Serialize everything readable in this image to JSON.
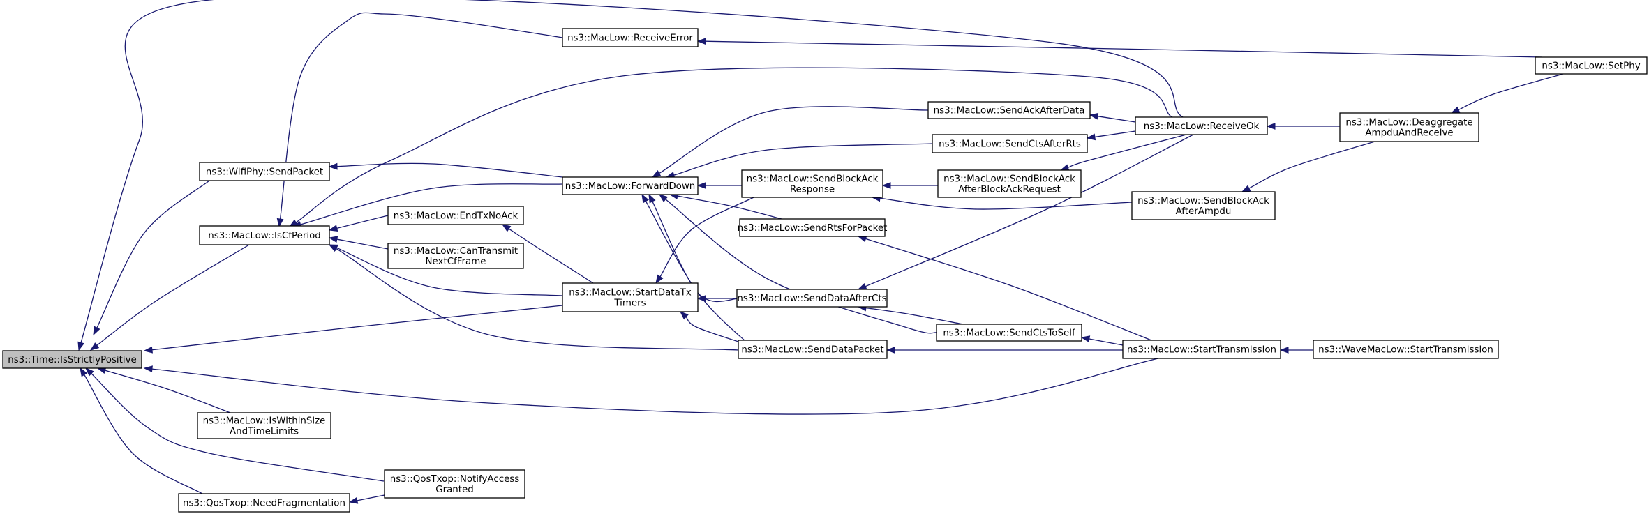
{
  "graph": {
    "edge_color": "#191970",
    "root_fill": "#bfbfbf",
    "nodes": [
      {
        "id": "root",
        "lines": [
          "ns3::Time::IsStrictlyPositive"
        ]
      },
      {
        "id": "sendpacket",
        "lines": [
          "ns3::WifiPhy::SendPacket"
        ]
      },
      {
        "id": "iscf",
        "lines": [
          "ns3::MacLow::IsCfPeriod"
        ]
      },
      {
        "id": "iswithin",
        "lines": [
          "ns3::MacLow::IsWithinSize",
          "AndTimeLimits"
        ]
      },
      {
        "id": "needfrag",
        "lines": [
          "ns3::QosTxop::NeedFragmentation"
        ]
      },
      {
        "id": "recverr",
        "lines": [
          "ns3::MacLow::ReceiveError"
        ]
      },
      {
        "id": "fwd",
        "lines": [
          "ns3::MacLow::ForwardDown"
        ]
      },
      {
        "id": "endtx",
        "lines": [
          "ns3::MacLow::EndTxNoAck"
        ]
      },
      {
        "id": "cantx",
        "lines": [
          "ns3::MacLow::CanTransmit",
          "NextCfFrame"
        ]
      },
      {
        "id": "startdata",
        "lines": [
          "ns3::MacLow::StartDataTx",
          "Timers"
        ]
      },
      {
        "id": "notify",
        "lines": [
          "ns3::QosTxop::NotifyAccess",
          "Granted"
        ]
      },
      {
        "id": "sackafter",
        "lines": [
          "ns3::MacLow::SendAckAfterData"
        ]
      },
      {
        "id": "sctsrts",
        "lines": [
          "ns3::MacLow::SendCtsAfterRts"
        ]
      },
      {
        "id": "sbaresp",
        "lines": [
          "ns3::MacLow::SendBlockAck",
          "Response"
        ]
      },
      {
        "id": "srts",
        "lines": [
          "ns3::MacLow::SendRtsForPacket"
        ]
      },
      {
        "id": "sdatacts",
        "lines": [
          "ns3::MacLow::SendDataAfterCts"
        ]
      },
      {
        "id": "sdatapkt",
        "lines": [
          "ns3::MacLow::SendDataPacket"
        ]
      },
      {
        "id": "sbaafterreq",
        "lines": [
          "ns3::MacLow::SendBlockAck",
          "AfterBlockAckRequest"
        ]
      },
      {
        "id": "sctsself",
        "lines": [
          "ns3::MacLow::SendCtsToSelf"
        ]
      },
      {
        "id": "recvok",
        "lines": [
          "ns3::MacLow::ReceiveOk"
        ]
      },
      {
        "id": "sbaampdu",
        "lines": [
          "ns3::MacLow::SendBlockAck",
          "AfterAmpdu"
        ]
      },
      {
        "id": "starttx",
        "lines": [
          "ns3::MacLow::StartTransmission"
        ]
      },
      {
        "id": "deagg",
        "lines": [
          "ns3::MacLow::Deaggregate",
          "AmpduAndReceive"
        ]
      },
      {
        "id": "wavestart",
        "lines": [
          "ns3::WaveMacLow::StartTransmission"
        ]
      },
      {
        "id": "setphy",
        "lines": [
          "ns3::MacLow::SetPhy"
        ]
      }
    ],
    "edges": [
      {
        "from": "sendpacket",
        "to": "root"
      },
      {
        "from": "iscf",
        "to": "root"
      },
      {
        "from": "iswithin",
        "to": "root"
      },
      {
        "from": "needfrag",
        "to": "root"
      },
      {
        "from": "notify",
        "to": "root"
      },
      {
        "from": "startdata",
        "to": "root"
      },
      {
        "from": "starttx",
        "to": "root"
      },
      {
        "from": "recvok",
        "to": "root"
      },
      {
        "from": "recverr",
        "to": "iscf"
      },
      {
        "from": "recvok",
        "to": "iscf"
      },
      {
        "from": "fwd",
        "to": "iscf"
      },
      {
        "from": "endtx",
        "to": "iscf"
      },
      {
        "from": "cantx",
        "to": "iscf"
      },
      {
        "from": "startdata",
        "to": "iscf"
      },
      {
        "from": "sdatapkt",
        "to": "iscf"
      },
      {
        "from": "fwd",
        "to": "sendpacket"
      },
      {
        "from": "notify",
        "to": "needfrag"
      },
      {
        "from": "sackafter",
        "to": "fwd"
      },
      {
        "from": "sctsrts",
        "to": "fwd"
      },
      {
        "from": "sbaresp",
        "to": "fwd"
      },
      {
        "from": "srts",
        "to": "fwd"
      },
      {
        "from": "sdatacts",
        "to": "fwd"
      },
      {
        "from": "sdatapkt",
        "to": "fwd"
      },
      {
        "from": "sctsself",
        "to": "fwd"
      },
      {
        "from": "startdata",
        "to": "endtx"
      },
      {
        "from": "sbaresp",
        "to": "startdata"
      },
      {
        "from": "sdatacts",
        "to": "startdata"
      },
      {
        "from": "sdatapkt",
        "to": "startdata"
      },
      {
        "from": "sbaafterreq",
        "to": "sbaresp"
      },
      {
        "from": "sbaampdu",
        "to": "sbaresp"
      },
      {
        "from": "starttx",
        "to": "srts"
      },
      {
        "from": "sctsself",
        "to": "sdatacts"
      },
      {
        "from": "recvok",
        "to": "sdatacts"
      },
      {
        "from": "starttx",
        "to": "sdatapkt"
      },
      {
        "from": "recvok",
        "to": "sackafter"
      },
      {
        "from": "recvok",
        "to": "sctsrts"
      },
      {
        "from": "recvok",
        "to": "sbaafterreq"
      },
      {
        "from": "starttx",
        "to": "sctsself"
      },
      {
        "from": "deagg",
        "to": "recvok"
      },
      {
        "from": "deagg",
        "to": "sbaampdu"
      },
      {
        "from": "wavestart",
        "to": "starttx"
      },
      {
        "from": "setphy",
        "to": "recverr"
      },
      {
        "from": "setphy",
        "to": "deagg"
      }
    ]
  }
}
